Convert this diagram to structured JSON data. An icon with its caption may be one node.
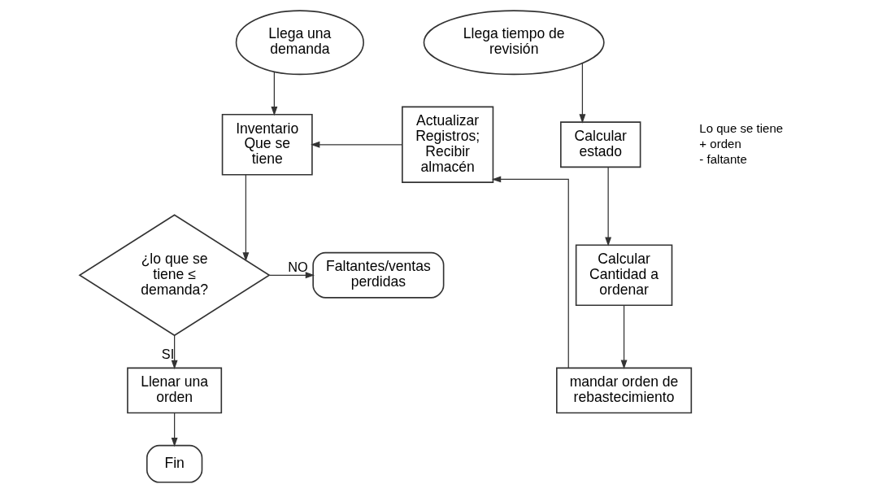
{
  "diagram": {
    "nodes": [
      {
        "text": [
          "Llega una demanda"
        ]
      },
      {
        "text": [
          "Inventario Que se tiene"
        ]
      },
      {
        "text": [
          "¿lo que se tiene ≤ demanda?"
        ]
      },
      {
        "text": [
          "Faltantes/ventas perdidas"
        ]
      },
      {
        "text": [
          "Llenar una orden"
        ]
      },
      {
        "text": [
          "Fin"
        ]
      },
      {
        "text": [
          "Actualizar Registros; Recibir almacén"
        ]
      },
      {
        "text": [
          "Llega tiempo de revisión"
        ]
      },
      {
        "text": [
          "Calcular estado"
        ]
      },
      {
        "text": [
          "Calcular Cantidad a ordenar"
        ]
      },
      {
        "text": [
          "mandar orden de rebastecimiento"
        ]
      }
    ],
    "edges": [
      {
        "from": 0,
        "to": 1,
        "arrow": "to"
      },
      {
        "from": 1,
        "to": 2,
        "arrow": "to"
      },
      {
        "from": 2,
        "to": 3,
        "arrow": "to",
        "label": "NO"
      },
      {
        "from": 2,
        "to": 4,
        "arrow": "to",
        "label": "SI"
      },
      {
        "from": 4,
        "to": 5,
        "arrow": "to"
      },
      {
        "from": 6,
        "to": 1,
        "arrow": "to"
      },
      {
        "from": 7,
        "to": 8,
        "arrow": "to"
      },
      {
        "from": 8,
        "to": 9,
        "arrow": "to"
      },
      {
        "from": 9,
        "to": 10,
        "arrow": "to"
      },
      {
        "from": 10,
        "to": 6,
        "arrow": "to"
      }
    ],
    "labels": [
      "Lo que se tiene",
      "+ orden",
      "- faltante"
    ]
  }
}
